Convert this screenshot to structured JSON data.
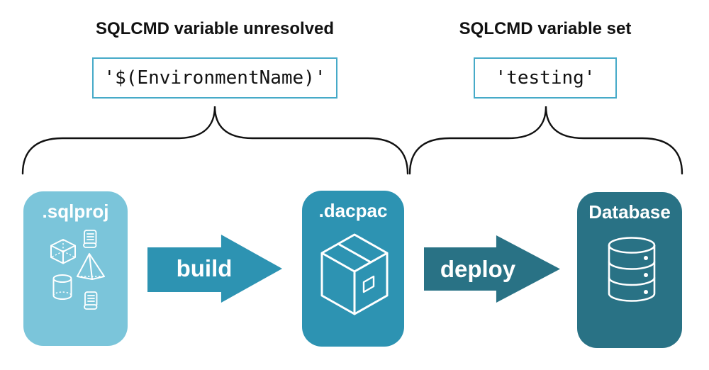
{
  "annotations": {
    "unresolved": {
      "title": "SQLCMD variable unresolved",
      "code": "'$(EnvironmentName)'"
    },
    "resolved": {
      "title": "SQLCMD variable set",
      "code": "'testing'"
    }
  },
  "pipeline": {
    "sqlproj": {
      "label": ".sqlproj",
      "color": "#7BC5DA",
      "icons": [
        "scroll-icon",
        "cube-icon",
        "pyramid-icon",
        "cylinder-icon",
        "scroll-icon"
      ]
    },
    "build": {
      "label": "build",
      "color": "#2D93B2"
    },
    "dacpac": {
      "label": ".dacpac",
      "color": "#2D93B2",
      "icons": [
        "package-icon"
      ]
    },
    "deploy": {
      "label": "deploy",
      "color": "#297285"
    },
    "database": {
      "label": "Database",
      "color": "#297285",
      "icons": [
        "database-icon"
      ]
    }
  },
  "colors": {
    "code_box_border": "#46AAC8",
    "heading_text": "#111111",
    "brace": "#111111",
    "icon_stroke": "#ffffff",
    "node_text": "#ffffff"
  }
}
